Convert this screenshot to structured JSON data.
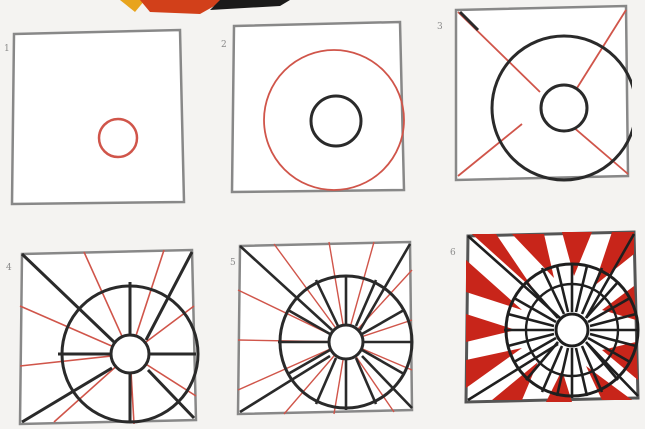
{
  "steps": [
    {
      "number": "1"
    },
    {
      "number": "2"
    },
    {
      "number": "3"
    },
    {
      "number": "4"
    },
    {
      "number": "5"
    },
    {
      "number": "6"
    }
  ],
  "colors": {
    "ink": "#2a2a2a",
    "red_line": "#d0554a",
    "red_fill": "#c8251a",
    "paper": "#ffffff",
    "background": "#f4f3f1",
    "top_decoration": [
      "#e8a41d",
      "#d2401a",
      "#1a1a1a"
    ]
  }
}
